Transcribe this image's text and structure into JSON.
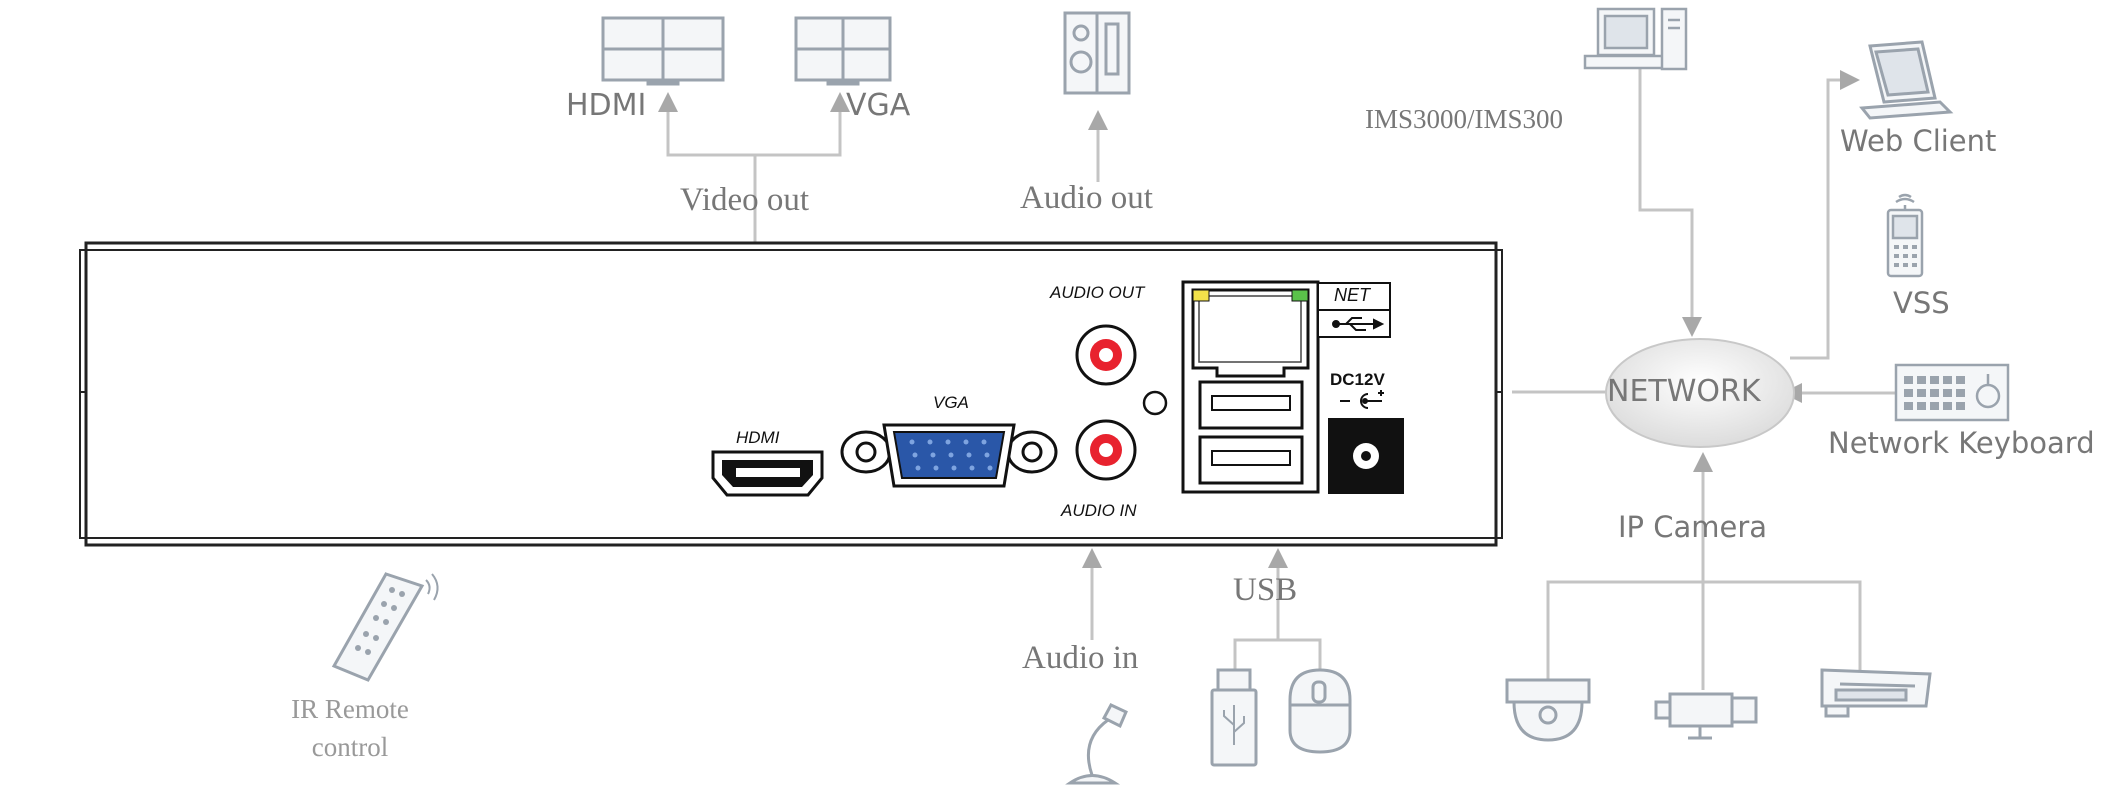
{
  "labels": {
    "hdmi_out": "HDMI",
    "vga_out": "VGA",
    "video_out": "Video out",
    "audio_out": "Audio out",
    "ims": "IMS3000/IMS300",
    "web_client": "Web Client",
    "vss": "VSS",
    "network": "NETWORK",
    "network_keyboard": "Network Keyboard",
    "ip_camera": "IP Camera",
    "usb": "USB",
    "audio_in": "Audio in",
    "ir_remote_line1": "IR Remote",
    "ir_remote_line2": "control"
  },
  "panel": {
    "audio_out": "AUDIO OUT",
    "audio_in": "AUDIO IN",
    "vga": "VGA",
    "hdmi": "HDMI",
    "net": "NET",
    "dc": "DC12V"
  },
  "colors": {
    "line": "#bdbdbd",
    "arrow": "#a8a8a8",
    "icon": "#9aa3ad",
    "panel_stroke": "#1a1a1a",
    "rca_red": "#e8222e",
    "vga_blue": "#2a57a8",
    "led_yellow": "#f2e24a",
    "led_green": "#5ac24a"
  }
}
